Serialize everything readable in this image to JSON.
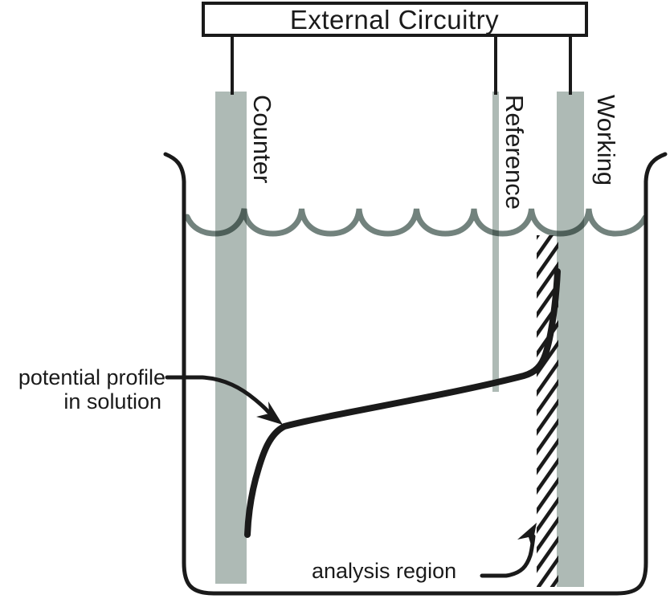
{
  "diagram": {
    "title": "External Circuitry",
    "electrodes": [
      {
        "id": "counter",
        "label": "Counter"
      },
      {
        "id": "reference",
        "label": "Reference"
      },
      {
        "id": "working",
        "label": "Working"
      }
    ],
    "annotations": {
      "potential_profile": {
        "line1": "potential profile",
        "line2": "in solution"
      },
      "analysis_region": {
        "label": "analysis region"
      }
    },
    "colors": {
      "ink": "#1a1a1a",
      "electrode_fill": "#aebab5",
      "water_line": "#72827d",
      "background": "#ffffff"
    }
  }
}
